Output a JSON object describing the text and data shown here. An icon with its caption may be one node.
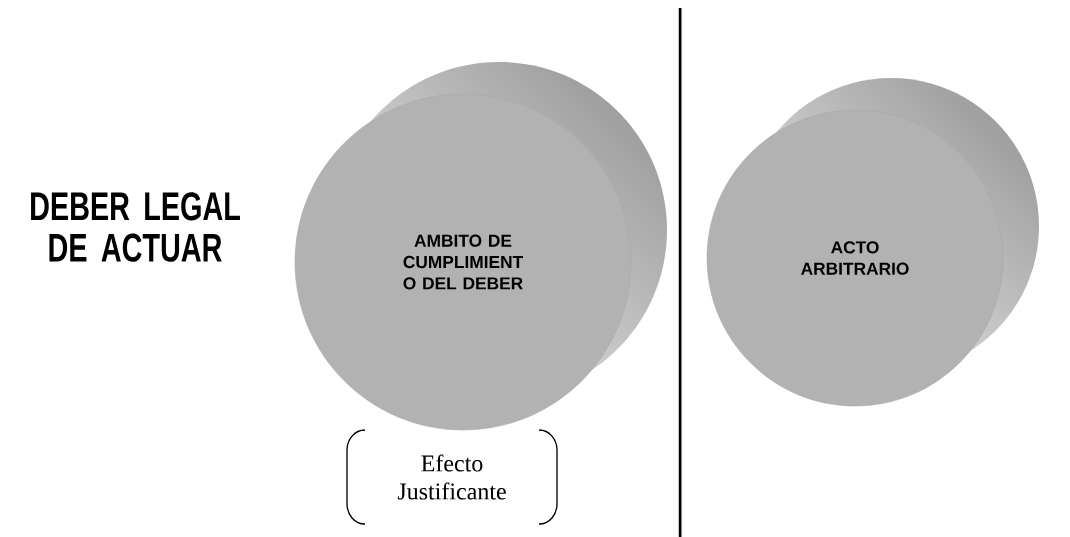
{
  "diagram": {
    "title": "DEBER LEGAL DE ACTUAR",
    "nodes": [
      {
        "text": [
          "AMBITO DE CUMPLIMIENT O DEL DEBER"
        ]
      },
      {
        "text": [
          "ACTO ARBITRARIO"
        ]
      },
      {
        "text": [
          "Efecto Justificante"
        ]
      }
    ]
  }
}
